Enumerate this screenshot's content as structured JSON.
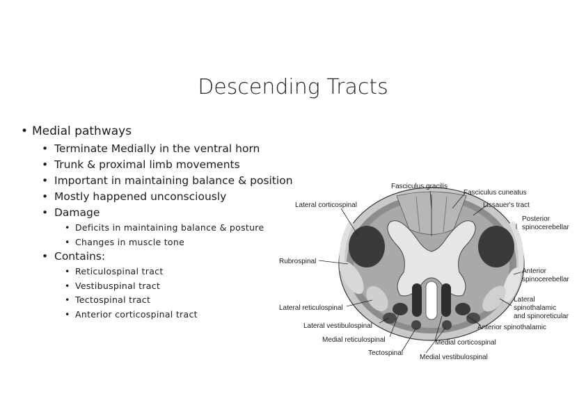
{
  "slide": {
    "title": "Descending Tracts",
    "bullet1": "Medial pathways",
    "sub": [
      "Terminate Medially in the ventral horn",
      "Trunk & proximal limb movements",
      "Important in maintaining balance & position",
      "Mostly happened unconsciously",
      "Damage"
    ],
    "damage_items": [
      "Deficits in maintaining balance & posture",
      "Changes in muscle tone"
    ],
    "contains_label": "Contains:",
    "contains_items": [
      "Reticulospinal tract",
      "Vestibuspinal tract",
      "Tectospinal tract",
      "Anterior corticospinal tract"
    ]
  },
  "diagram": {
    "labels": {
      "fasciculus_gracilis": "Fasciculus gracilis",
      "fasciculus_cuneatus": "Fasciculus cuneatus",
      "lateral_corticospinal": "Lateral corticospinal",
      "lissauers_tract": "Lissauer's tract",
      "posterior_spinocerebellar_1": "Posterior",
      "posterior_spinocerebellar_2": "spinocerebellar",
      "rubrospinal": "Rubrospinal",
      "anterior_spinocerebellar_1": "Anterior",
      "anterior_spinocerebellar_2": "spinocerebellar",
      "lateral_reticulospinal": "Lateral reticulospinal",
      "lateral_spinothalamic_1": "Lateral",
      "lateral_spinothalamic_2": "spinothalamic",
      "lateral_spinothalamic_3": "and spinoreticular",
      "lateral_vestibulospinal": "Lateral vestibulospinal",
      "anterior_spinothalamic": "Anterior spinothalamic",
      "medial_reticulospinal": "Medial reticulospinal",
      "medial_corticospinal": "Medial corticospinal",
      "tectospinal": "Tectospinal",
      "medial_vestibulospinal": "Medial vestibulospinal"
    }
  }
}
